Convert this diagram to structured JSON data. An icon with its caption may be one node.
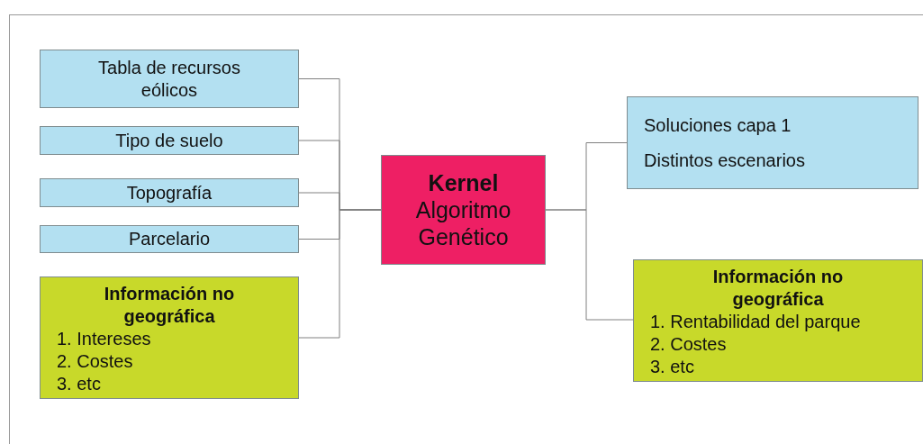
{
  "diagram": {
    "nodes": [
      {
        "text": [
          "Tabla de recursos eólicos"
        ]
      },
      {
        "text": [
          "Tipo de suelo"
        ]
      },
      {
        "text": [
          "Topografía"
        ]
      },
      {
        "text": [
          "Parcelario"
        ]
      },
      {
        "text": [
          "Información no geográfica",
          "1. Intereses",
          "2. Costes",
          "3. etc"
        ]
      },
      {
        "text": [
          "Kernel",
          "Algoritmo Genético"
        ]
      },
      {
        "text": [
          "Soluciones capa 1",
          "Distintos escenarios"
        ]
      },
      {
        "text": [
          "Información no geográfica",
          "1. Rentabilidad del parque",
          "2. Costes",
          "3. etc"
        ]
      }
    ],
    "edges": [
      {
        "from": 0,
        "to": 5,
        "arrow": "none"
      },
      {
        "from": 1,
        "to": 5,
        "arrow": "none"
      },
      {
        "from": 2,
        "to": 5,
        "arrow": "none"
      },
      {
        "from": 3,
        "to": 5,
        "arrow": "none"
      },
      {
        "from": 4,
        "to": 5,
        "arrow": "none"
      },
      {
        "from": 5,
        "to": 6,
        "arrow": "none"
      },
      {
        "from": 5,
        "to": 7,
        "arrow": "none"
      }
    ]
  }
}
